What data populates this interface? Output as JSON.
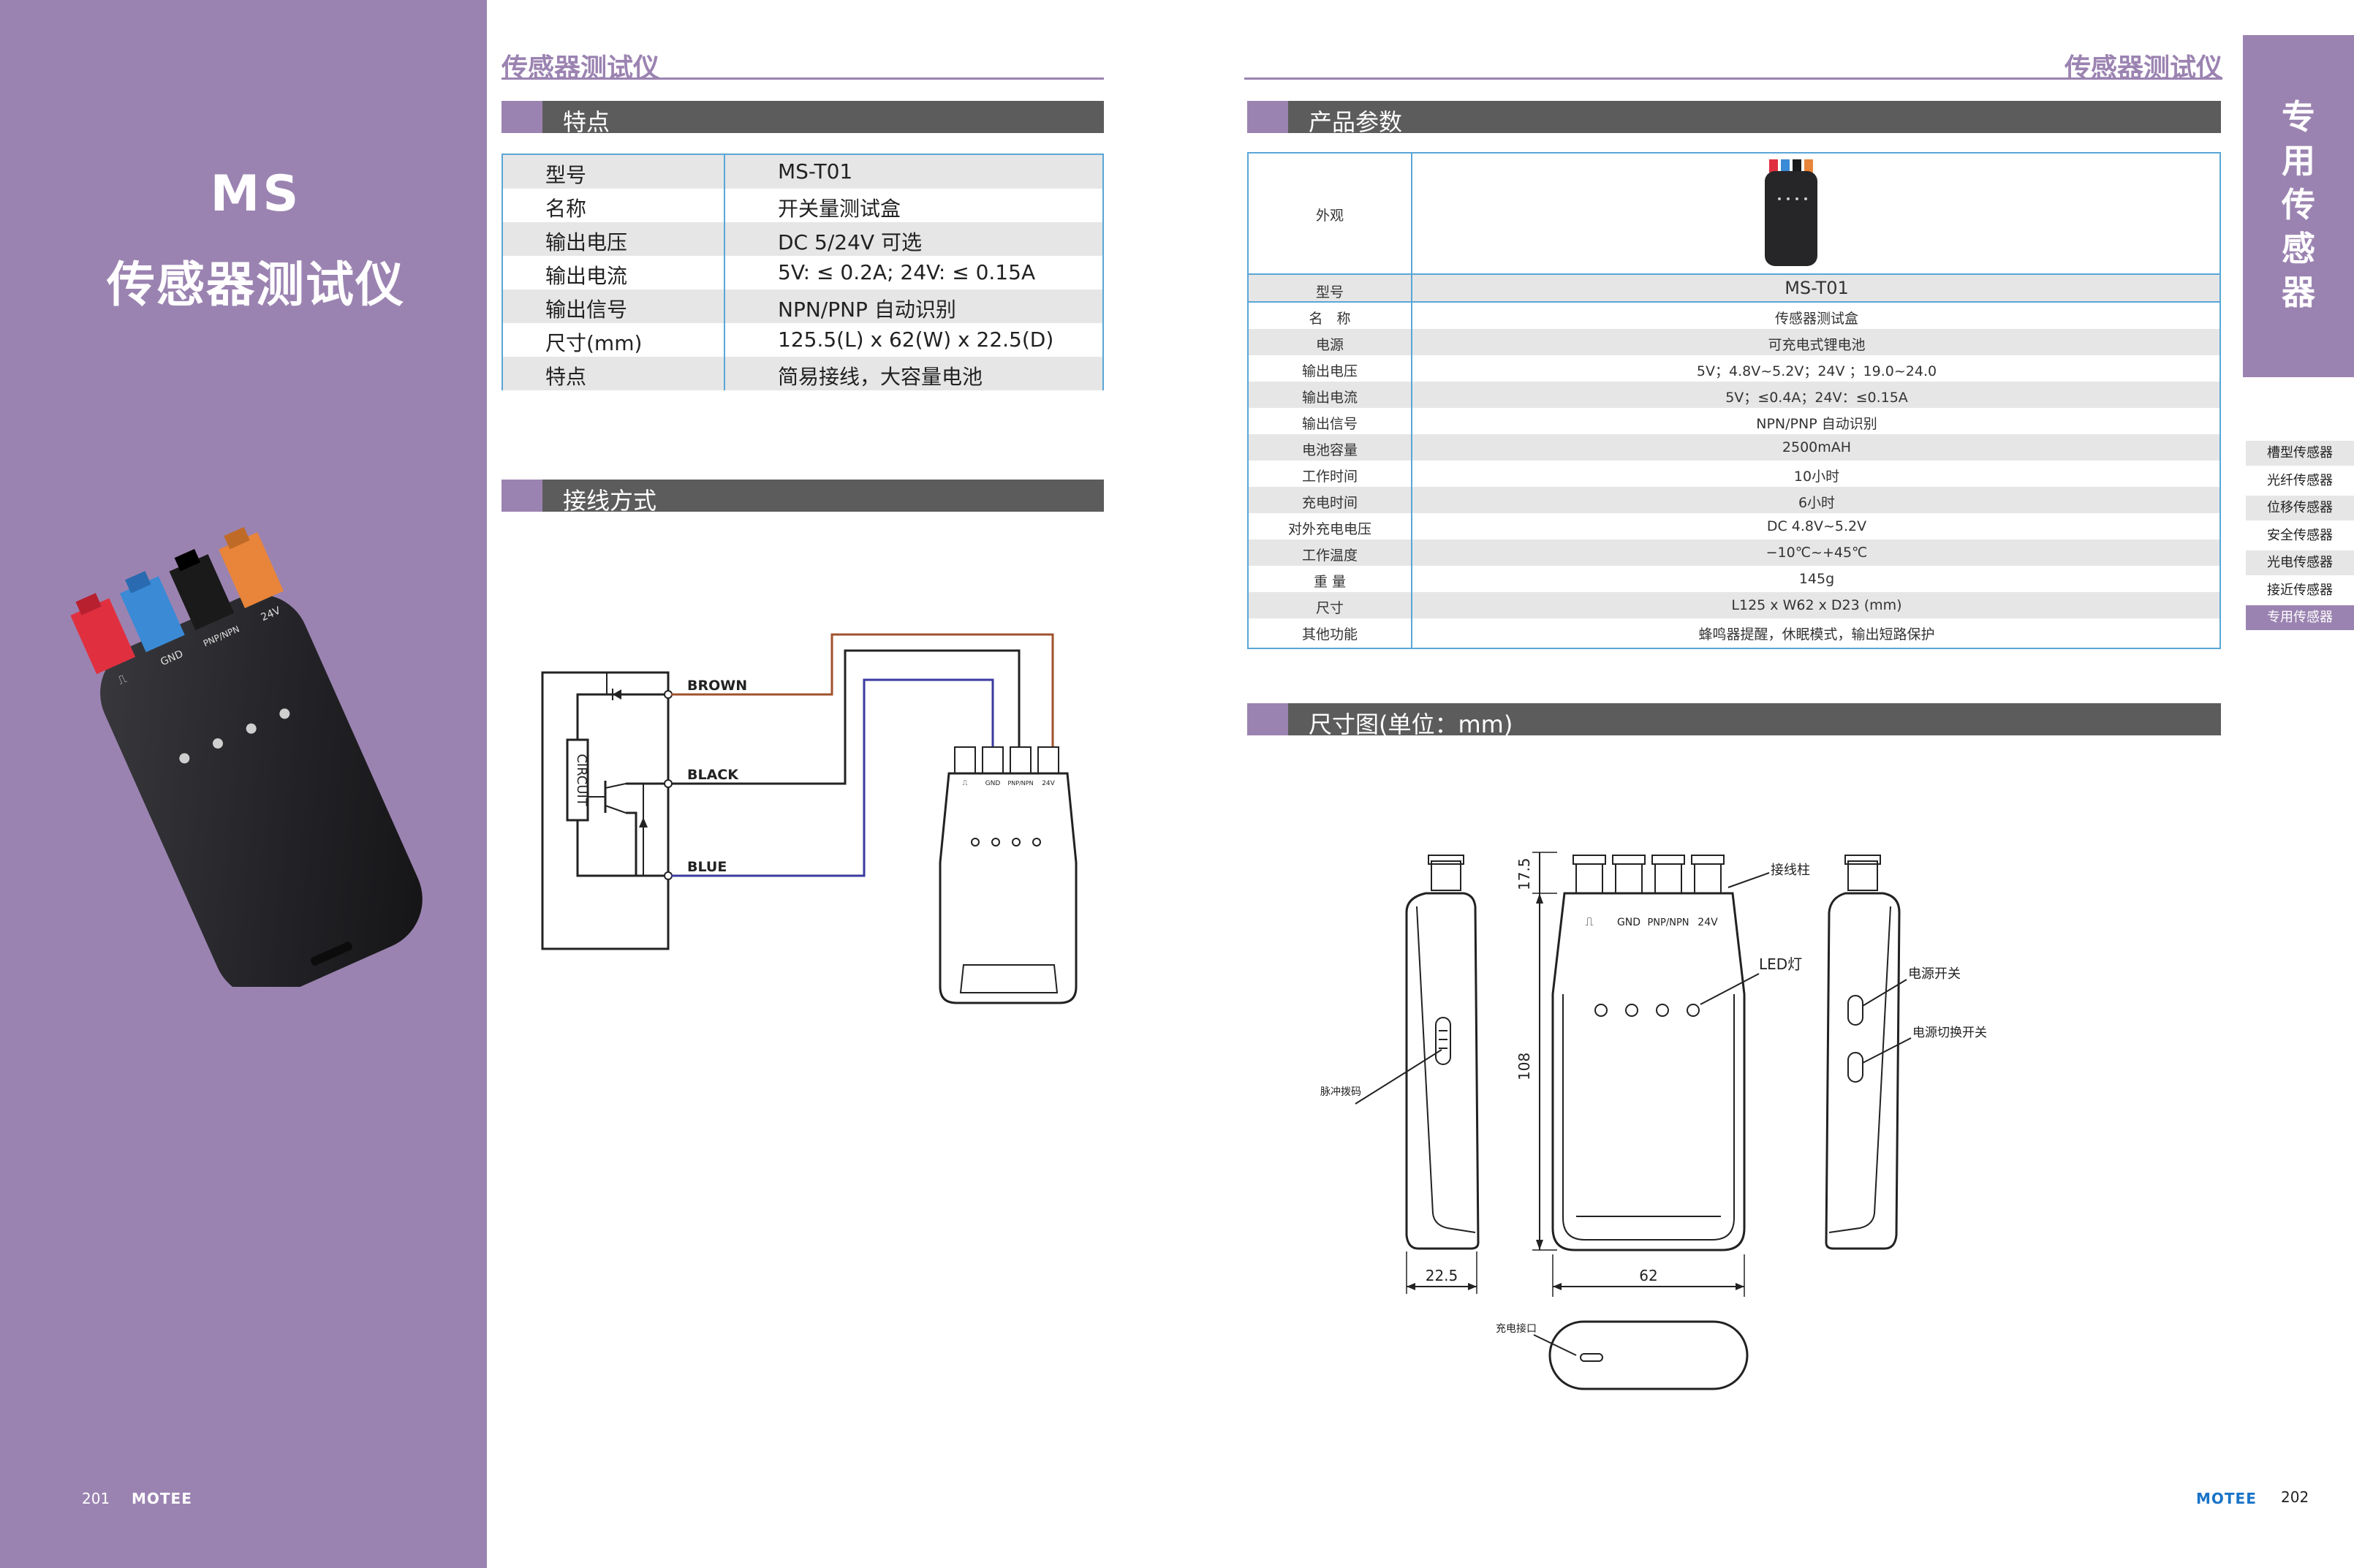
{
  "cover": {
    "title_line1": "MS",
    "title_line2": "传感器测试仪",
    "page_left": "201",
    "brand_left": "MOTEE"
  },
  "left_page": {
    "header": "传感器测试仪",
    "features_section": "特点",
    "wiring_section": "接线方式",
    "features": [
      {
        "key": "型号",
        "value": "MS-T01"
      },
      {
        "key": "名称",
        "value": "开关量测试盒"
      },
      {
        "key": "输出电压",
        "value": "DC 5/24V 可选"
      },
      {
        "key": "输出电流",
        "value": "5V: ≤ 0.2A;   24V: ≤ 0.15A"
      },
      {
        "key": "输出信号",
        "value": "NPN/PNP 自动识别"
      },
      {
        "key": "尺寸(mm)",
        "value": "125.5(L) x 62(W) x 22.5(D)"
      },
      {
        "key": "特点",
        "value": "简易接线，大容量电池"
      }
    ],
    "wiring": {
      "wire_brown": "BROWN",
      "wire_black": "BLACK",
      "wire_blue": "BLUE",
      "circuit_label": "CIRCUIT",
      "terminals": [
        "⎍",
        "GND",
        "PNP/NPN",
        "24V"
      ]
    }
  },
  "photo_terminals": [
    "⎍",
    "GND",
    "PNP/NPN",
    "24V"
  ],
  "right_page": {
    "header": "传感器测试仪",
    "params_section": "产品参数",
    "dim_section": "尺寸图(单位：mm)",
    "appearance_label": "外观",
    "params": [
      {
        "key": "型号",
        "value": "MS-T01"
      },
      {
        "key": "名　称",
        "value": "传感器测试盒"
      },
      {
        "key": "电源",
        "value": "可充电式锂电池"
      },
      {
        "key": "输出电压",
        "value": "5V；4.8V~5.2V；24V ；19.0~24.0"
      },
      {
        "key": "输出电流",
        "value": "5V；≤0.4A；24V：≤0.15A"
      },
      {
        "key": "输出信号",
        "value": "NPN/PNP 自动识别"
      },
      {
        "key": "电池容量",
        "value": "2500mAH"
      },
      {
        "key": "工作时间",
        "value": "10小时"
      },
      {
        "key": "充电时间",
        "value": "6小时"
      },
      {
        "key": "对外充电电压",
        "value": "DC 4.8V~5.2V"
      },
      {
        "key": "工作温度",
        "value": "−10℃~+45℃"
      },
      {
        "key": "重 量",
        "value": "145g"
      },
      {
        "key": "尺寸",
        "value": "L125 x W62 x D23 (mm)"
      },
      {
        "key": "其他功能",
        "value": "蜂鸣器提醒，休眠模式，输出短路保护"
      }
    ],
    "dimensions": {
      "terminal_label": "接线柱",
      "led_label": "LED灯",
      "power_switch_label": "电源开关",
      "power_select_label": "电源切换开关",
      "pulse_label": "脉冲拨码",
      "charge_port_label": "充电接口",
      "dim_17_5": "17.5",
      "dim_108": "108",
      "dim_22_5": "22.5",
      "dim_62": "62",
      "terminals": [
        "⎍",
        "GND",
        "PNP/NPN",
        "24V"
      ]
    },
    "page_right": "202",
    "brand_right": "MOTEE"
  },
  "side_tab": {
    "chars": [
      "专",
      "用",
      "传",
      "感",
      "器"
    ],
    "items": [
      "槽型传感器",
      "光纤传感器",
      "位移传感器",
      "安全传感器",
      "光电传感器",
      "接近传感器",
      "专用传感器"
    ]
  },
  "colors": {
    "accent_purple": "#9b83b1",
    "bar_gray": "#5c5c5c",
    "table_border": "#5aa6d6",
    "brand_blue": "#1a73c8",
    "wire_brown": "#a0522d",
    "wire_blue": "#3a3aa0"
  }
}
